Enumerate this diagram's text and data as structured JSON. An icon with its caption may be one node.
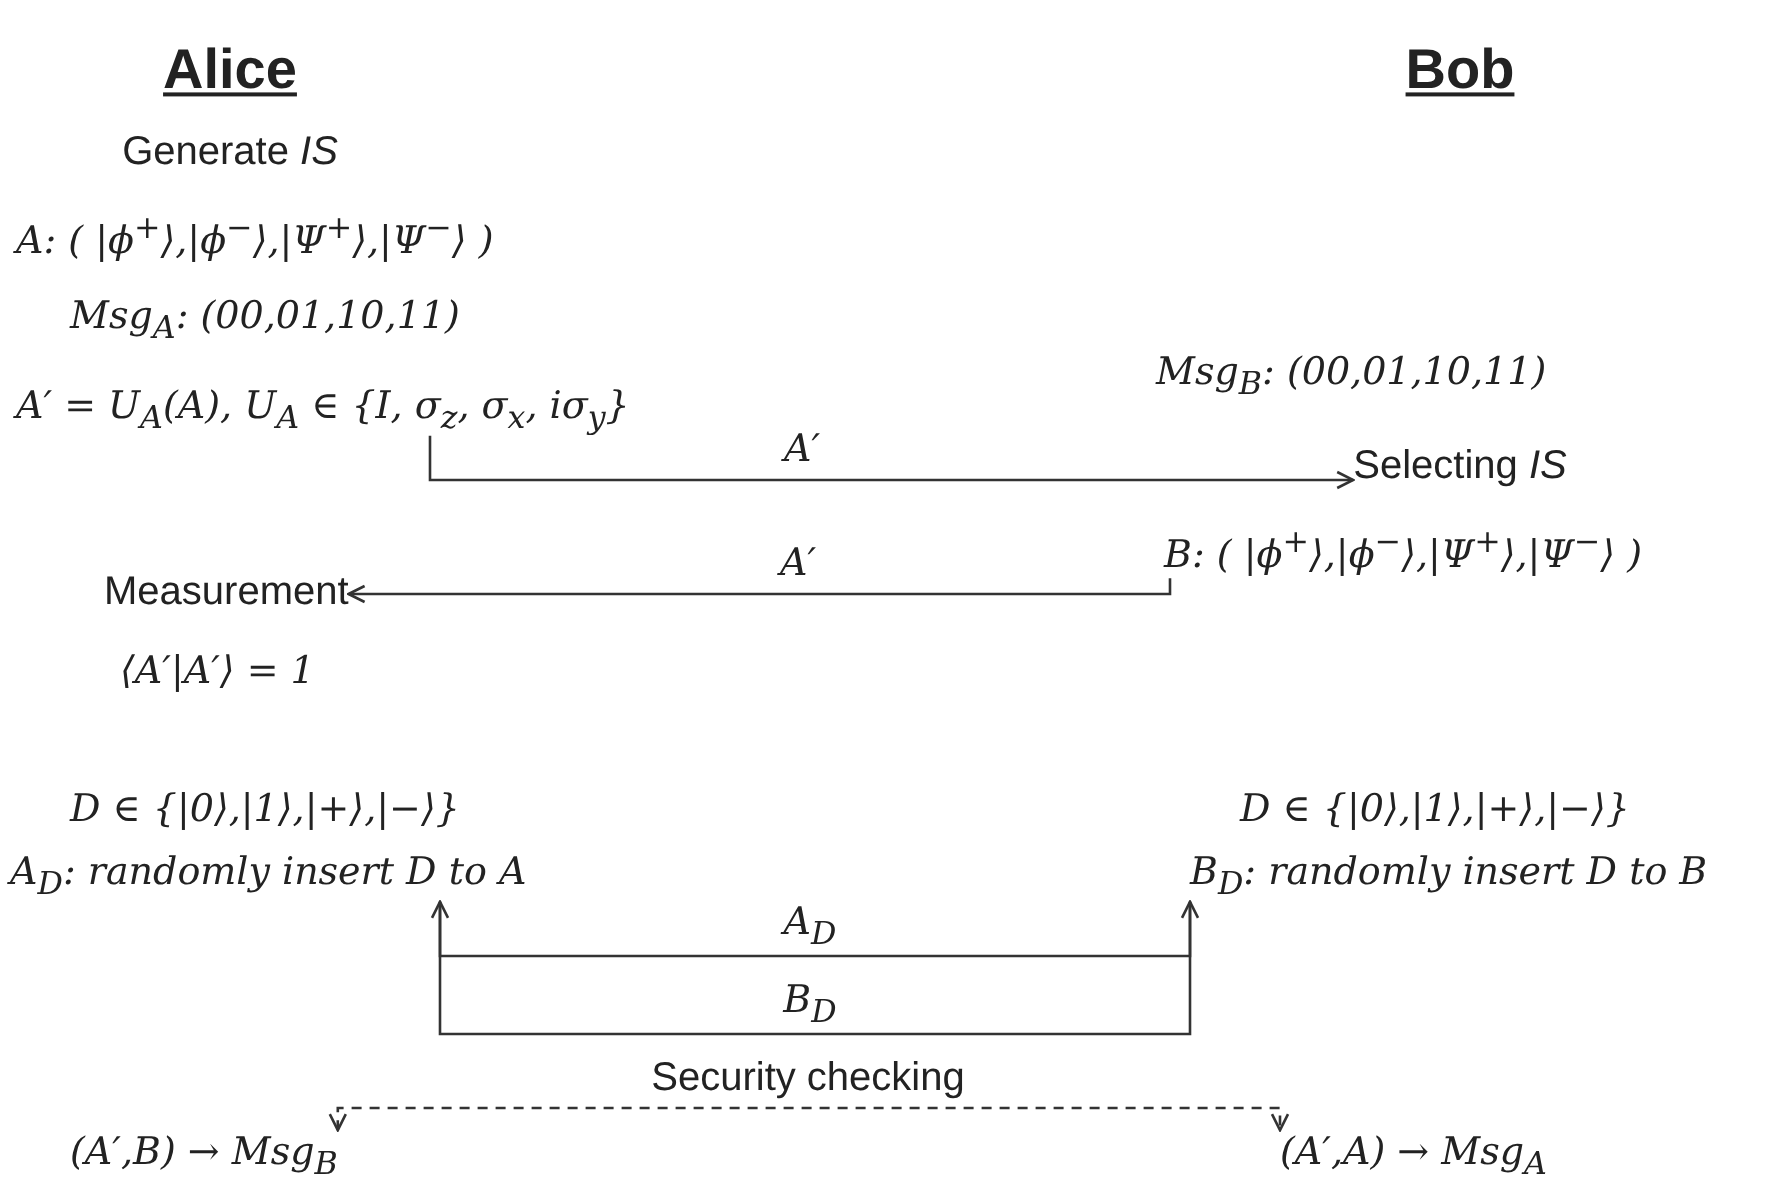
{
  "diagram": {
    "nodes": [
      {
        "text": [
          "A′ = U$_{A}$(A), U$_{A}$ ∈ {I, σ$_{z}$, σ$_{x}$, iσ$_{y}$}"
        ]
      },
      {
        "text": [
          "Selecting *IS*"
        ]
      },
      {
        "text": [
          "B: ( |ϕ$^{+}$⟩,|ϕ$^{−}$⟩,|Ψ$^{+}$⟩,|Ψ$^{−}$⟩ )"
        ]
      },
      {
        "text": [
          "Measurement"
        ]
      },
      {
        "text": [
          "A$_{D}$: randomly insert D to A"
        ]
      },
      {
        "text": [
          "B$_{D}$: randomly insert D to B"
        ]
      },
      {
        "text": [
          "(A′,B) → Msg$_{B}$"
        ]
      },
      {
        "text": [
          "(A′,A) → Msg$_{A}$"
        ]
      }
    ],
    "edges": [
      {
        "from": 0,
        "to": 1,
        "arrow": "to",
        "label": "A′"
      },
      {
        "from": 2,
        "to": 3,
        "arrow": "to",
        "label": "A′"
      },
      {
        "from": 4,
        "to": 5,
        "arrow": "to",
        "label": "A$_{D}$"
      },
      {
        "from": 5,
        "to": 4,
        "arrow": "to",
        "label": "B$_{D}$"
      },
      {
        "from": 6,
        "to": 7,
        "arrow": "both",
        "label": "Security checking",
        "style": "dashed"
      }
    ],
    "labels": [
      "Alice",
      "Bob",
      "Generate *IS*",
      "A: ( |ϕ$^{+}$⟩,|ϕ$^{−}$⟩,|Ψ$^{+}$⟩,|Ψ$^{−}$⟩ )",
      "Msg$_{A}$: (00,01,10,11)",
      "Msg$_{B}$: (00,01,10,11)",
      "⟨A′|A′⟩ = 1",
      "D ∈ {|0⟩,|1⟩,|+⟩,|−⟩}",
      "D ∈ {|0⟩,|1⟩,|+⟩,|−⟩}"
    ]
  }
}
